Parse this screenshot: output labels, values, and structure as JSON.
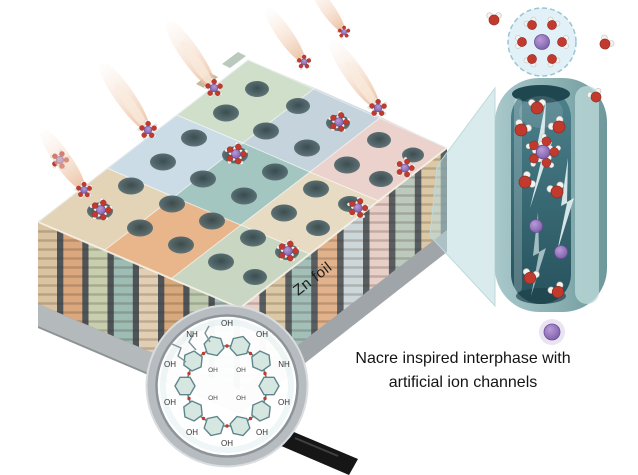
{
  "figure": {
    "caption": {
      "line1": "Nacre inspired interphase with",
      "line2": "artificial ion channels"
    },
    "zn_foil_label": "Zn foil",
    "molecule_labels": {
      "oh": "OH",
      "nh": "NH"
    },
    "colors": {
      "oxygen_red": "#c23a2e",
      "hydrogen_white": "#f5f3f0",
      "ion_purple_light": "#b99ad8",
      "ion_purple_dark": "#7a5ca6",
      "channel_outer_light": "#a8c8ca",
      "channel_outer_dark": "#6e989b",
      "channel_bore_top": "#4d828d",
      "channel_bore_bottom": "#26525c",
      "comet": "#e9ba98"
    }
  }
}
